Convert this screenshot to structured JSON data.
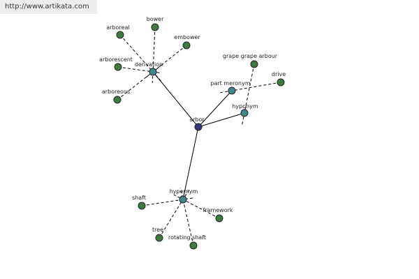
{
  "watermark": {
    "text": "http://www.artikata.com"
  },
  "colors": {
    "root": "#33337a",
    "relation": "#3e8a8a",
    "leaf": "#3f7a3f",
    "node_stroke": "#222222"
  },
  "graph": {
    "root": {
      "id": "arbor",
      "label": "arbor",
      "kind": "root"
    },
    "relations": [
      {
        "id": "derivation",
        "label": "derivation",
        "kind": "relation"
      },
      {
        "id": "part-meronym",
        "label": "part meronym",
        "kind": "relation"
      },
      {
        "id": "hyponym",
        "label": "hyponym",
        "kind": "relation"
      },
      {
        "id": "hypernym",
        "label": "hypernym",
        "kind": "relation"
      }
    ],
    "leaves": [
      {
        "id": "arboreal",
        "label": "arboreal",
        "parent": "derivation"
      },
      {
        "id": "bower",
        "label": "bower",
        "parent": "derivation"
      },
      {
        "id": "embower",
        "label": "embower",
        "parent": "derivation"
      },
      {
        "id": "arborescent",
        "label": "arborescent",
        "parent": "derivation"
      },
      {
        "id": "arboreous",
        "label": "arboreous",
        "parent": "derivation"
      },
      {
        "id": "grape-arbour",
        "label": "grape grape arbour",
        "parent": "hyponym"
      },
      {
        "id": "drive",
        "label": "drive",
        "parent": "part-meronym"
      },
      {
        "id": "shaft",
        "label": "shaft",
        "parent": "hypernym"
      },
      {
        "id": "framework",
        "label": "framework",
        "parent": "hypernym"
      },
      {
        "id": "tree",
        "label": "tree",
        "parent": "hypernym"
      },
      {
        "id": "rotating-shaft",
        "label": "rotating shaft",
        "parent": "hypernym"
      }
    ]
  }
}
